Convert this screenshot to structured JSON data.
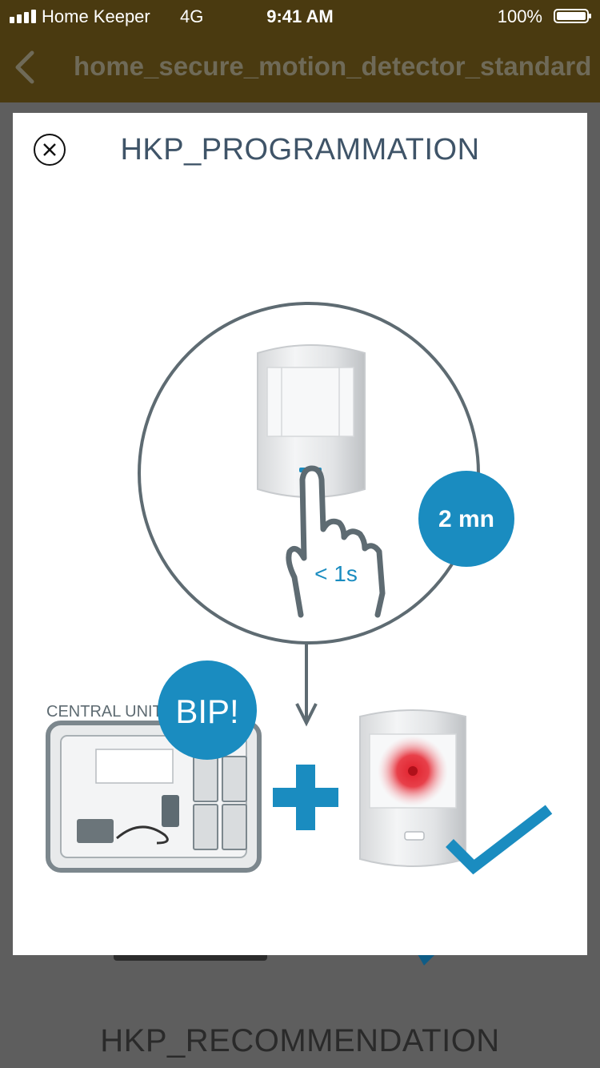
{
  "status_bar": {
    "carrier": "Home Keeper",
    "network": "4G",
    "time": "9:41 AM",
    "battery": "100%"
  },
  "nav": {
    "back_icon": "chevron-left-icon",
    "title": "home_secure_motion_detector_standard"
  },
  "background": {
    "recommendation_title": "HKP_RECOMMENDATION"
  },
  "modal": {
    "close_icon": "close-circle-icon",
    "title": "HKP_PROGRAMMATION",
    "illustration": {
      "press_duration": "< 1s",
      "time_badge": "2 mn",
      "beep_badge": "BIP!",
      "central_unit_label": "CENTRAL UNIT"
    }
  },
  "colors": {
    "accent_blue": "#1a8cc0",
    "title_text": "#3f5468",
    "nav_background": "#4a3a10",
    "led_red": "#e0202c"
  }
}
